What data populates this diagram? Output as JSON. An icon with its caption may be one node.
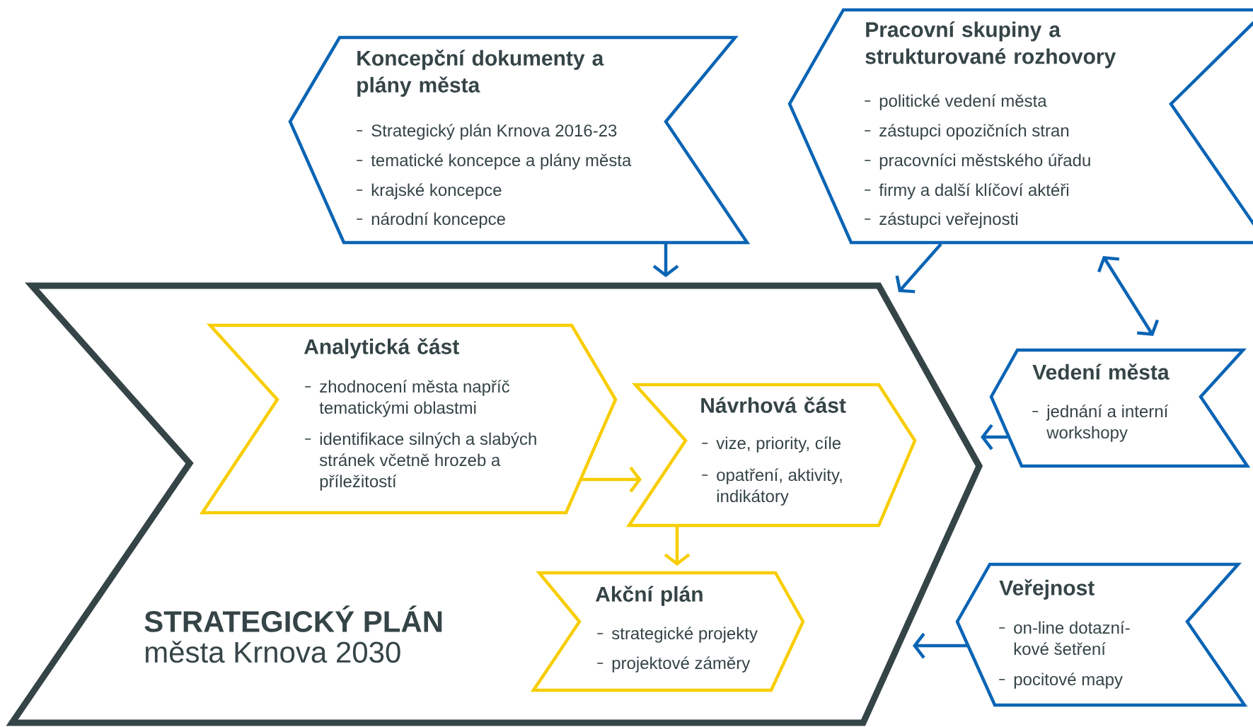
{
  "diagram": {
    "nodes": [
      {
        "text": [
          "STRATEGICKÝ PLÁN",
          "města Krnova 2030"
        ]
      },
      {
        "text": [
          "Analytická část",
          "zhodnocení města napříč tematickými oblastmi",
          "identifikace silných a slabých stránek včetně hrozeb a příležitostí"
        ],
        "in": 0
      },
      {
        "text": [
          "Návrhová část",
          "vize, priority, cíle",
          "opatření, aktivity, indikátory"
        ],
        "in": 0
      },
      {
        "text": [
          "Akční plán",
          "strategické projekty",
          "projektové záměry"
        ],
        "in": 0
      },
      {
        "text": [
          "Koncepční dokumenty a plány města",
          "Strategický plán Krnova 2016-23",
          "tematické koncepce a plány města",
          "krajské koncepce",
          "národní koncepce"
        ]
      },
      {
        "text": [
          "Pracovní skupiny a strukturované rozhovory",
          "politické vedení města",
          "zástupci opozičních stran",
          "pracovníci městského úřadu",
          "firmy a další klíčoví aktéři",
          "zástupci veřejnosti"
        ]
      },
      {
        "text": [
          "Vedení města",
          "jednání a interní workshopy"
        ]
      },
      {
        "text": [
          "Veřejnost",
          "on-line dotazní- kové šetření",
          "pocitové mapy"
        ]
      }
    ],
    "edges": [
      {
        "from": 1,
        "to": 2,
        "arrow": "to",
        "color": "#f8cd00"
      },
      {
        "from": 2,
        "to": 3,
        "arrow": "to",
        "color": "#f8cd00"
      },
      {
        "from": 4,
        "to": 0,
        "arrow": "to"
      },
      {
        "from": 5,
        "to": 0,
        "arrow": "to"
      },
      {
        "from": 5,
        "to": 6,
        "arrow": "both"
      },
      {
        "from": 6,
        "to": 0,
        "arrow": "to"
      },
      {
        "from": 7,
        "to": 0,
        "arrow": "to"
      }
    ]
  }
}
